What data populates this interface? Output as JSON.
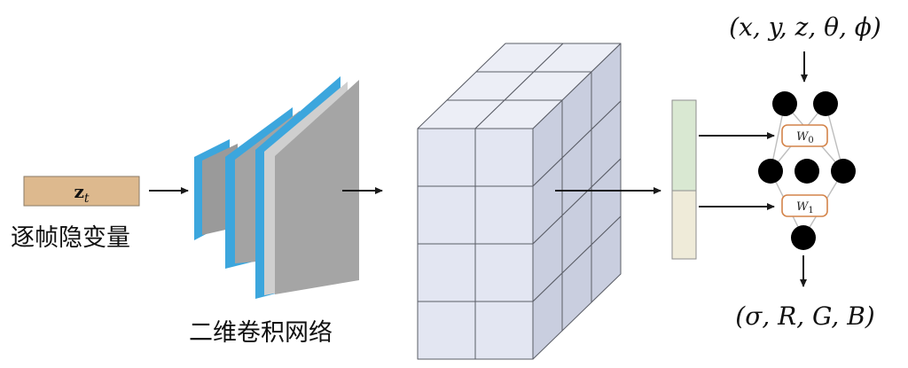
{
  "latent": {
    "label": "z",
    "subscript": "t",
    "caption": "逐帧隐变量"
  },
  "conv": {
    "caption": "二维卷积网络"
  },
  "input_coords": "(x, y, z, θ, ϕ)",
  "output_values": "(σ, R, G, B)",
  "mlp": {
    "weights": [
      "W",
      "W"
    ],
    "weight_subscripts": [
      "0",
      "1"
    ]
  },
  "colors": {
    "latent_fill": "#ddb98e",
    "conv_blue": "#3ca6dd",
    "conv_gray": "#a5a5a5",
    "grid_face": "#e3e6f2",
    "feature_top": "#d9e8d2",
    "feature_bottom": "#efebd9",
    "weight_border": "#d4844a"
  }
}
